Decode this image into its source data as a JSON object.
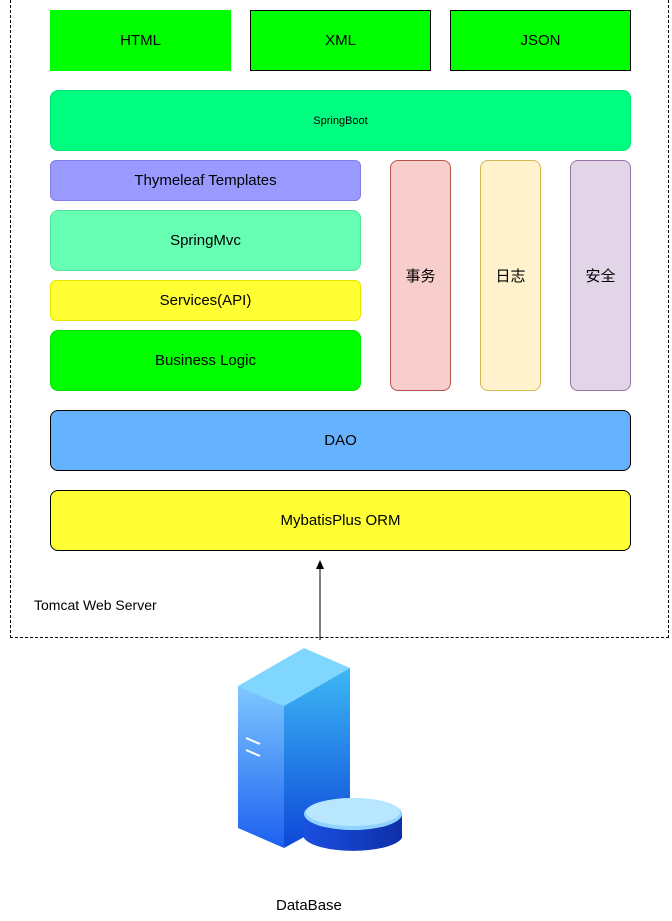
{
  "top_row": {
    "html": "HTML",
    "xml": "XML",
    "json": "JSON"
  },
  "springboot": "SpringBoot",
  "left_stack": {
    "thymeleaf": "Thymeleaf Templates",
    "springmvc": "SpringMvc",
    "services": "Services(API)",
    "business": "Business Logic"
  },
  "aspects": {
    "transaction": "事务",
    "log": "日志",
    "security": "安全"
  },
  "dao": "DAO",
  "orm": "MybatisPlus ORM",
  "server_label": "Tomcat Web Server",
  "database_label": "DataBase",
  "colors": {
    "green": "#00FF00",
    "springboot": "#00FF80",
    "thymeleaf": "#9999FF",
    "springmvc": "#66FFB3",
    "yellow": "#FFFF33",
    "dao": "#66B2FF",
    "transaction": "#F8CECC",
    "log": "#FFF2CC",
    "security": "#E1D5E7"
  }
}
